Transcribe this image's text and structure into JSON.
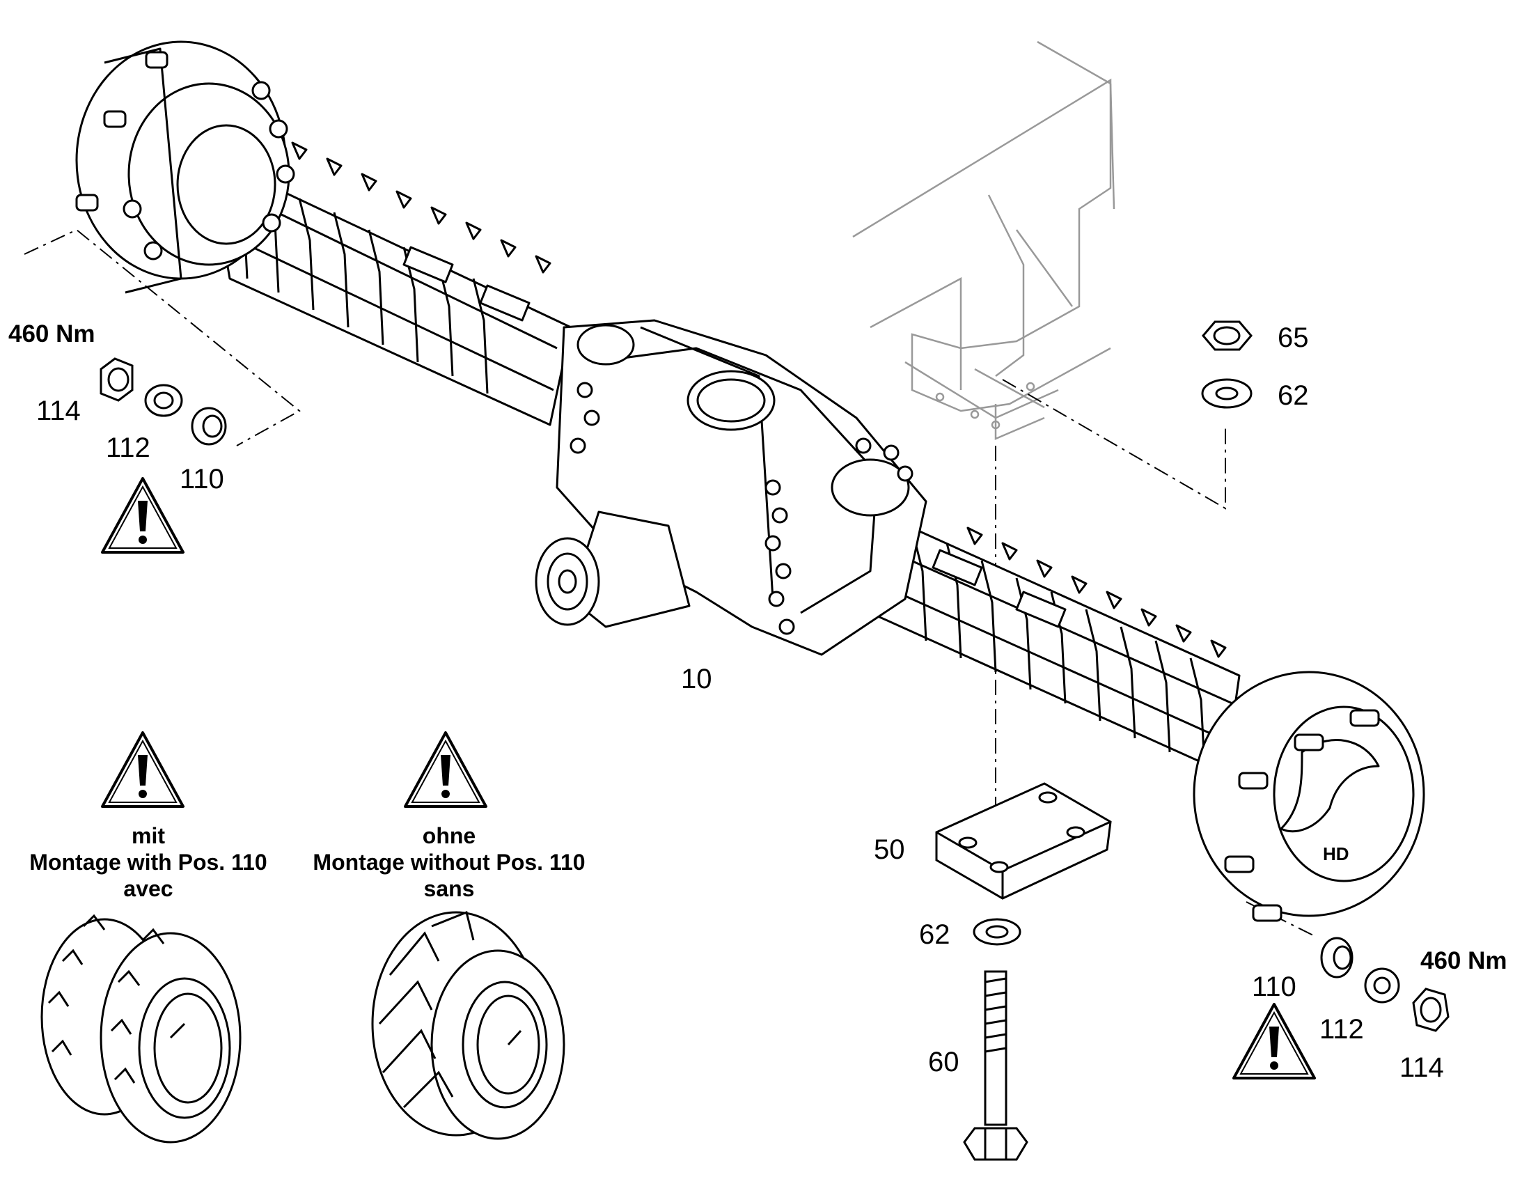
{
  "labels": {
    "p10": "10",
    "p50": "50",
    "p60": "60",
    "p62_top": "62",
    "p62_bottom": "62",
    "p65": "65",
    "p110_left": "110",
    "p112_left": "112",
    "p114_left": "114",
    "p110_right": "110",
    "p112_right": "112",
    "p114_right": "114"
  },
  "torque": {
    "left": "460 Nm",
    "right": "460 Nm"
  },
  "captions": {
    "with": [
      "mit",
      "Montage with  Pos. 110",
      "avec"
    ],
    "without": [
      "ohne",
      "Montage without Pos. 110",
      "sans"
    ]
  },
  "icons": [
    "warning-triangle-icon",
    "axle-assembly",
    "dual-tyre",
    "single-tyre",
    "hex-nut",
    "washer",
    "spacer-ring",
    "hex-bolt",
    "mounting-plate",
    "frame-bracket"
  ]
}
